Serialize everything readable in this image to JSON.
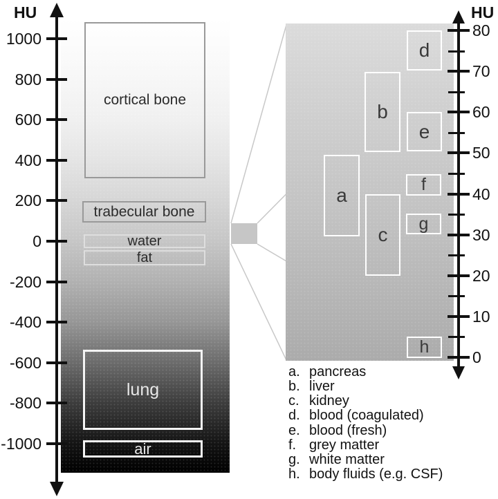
{
  "left_scale": {
    "axis_label": "HU",
    "tick_labels": [
      "1000",
      "800",
      "600",
      "400",
      "200",
      "0",
      "-200",
      "-400",
      "-600",
      "-800",
      "-1000"
    ],
    "boxes": [
      {
        "label": "cortical bone"
      },
      {
        "label": "trabecular bone"
      },
      {
        "label": "water"
      },
      {
        "label": "fat"
      },
      {
        "label": "lung"
      },
      {
        "label": "air"
      }
    ]
  },
  "right_scale": {
    "axis_label": "HU",
    "tick_labels": [
      "80",
      "70",
      "60",
      "50",
      "40",
      "30",
      "20",
      "10",
      "0"
    ],
    "boxes": [
      {
        "label": "a"
      },
      {
        "label": "b"
      },
      {
        "label": "c"
      },
      {
        "label": "d"
      },
      {
        "label": "e"
      },
      {
        "label": "f"
      },
      {
        "label": "g"
      },
      {
        "label": "h"
      }
    ]
  },
  "legend": {
    "items": [
      {
        "key": "a.",
        "name": "pancreas"
      },
      {
        "key": "b.",
        "name": "liver"
      },
      {
        "key": "c.",
        "name": "kidney"
      },
      {
        "key": "d.",
        "name": "blood (coagulated)"
      },
      {
        "key": "e.",
        "name": "blood (fresh)"
      },
      {
        "key": "f.",
        "name": "grey matter"
      },
      {
        "key": "g.",
        "name": "white matter"
      },
      {
        "key": "h.",
        "name": "body fluids (e.g. CSF)"
      }
    ]
  },
  "hu_data": {
    "left_axis_range": [
      -1000,
      1000
    ],
    "right_axis_range": [
      0,
      80
    ],
    "tissue_hu_ranges": {
      "cortical bone": [
        300,
        1100
      ],
      "trabecular bone": [
        100,
        200
      ],
      "water": [
        -30,
        30
      ],
      "fat": [
        -115,
        -50
      ],
      "lung": [
        -940,
        -540
      ],
      "air": [
        -1080,
        -990
      ],
      "pancreas": [
        30,
        50
      ],
      "liver": [
        50,
        70
      ],
      "kidney": [
        20,
        40
      ],
      "blood (coagulated)": [
        70,
        80
      ],
      "blood (fresh)": [
        50,
        60
      ],
      "grey matter": [
        40,
        45
      ],
      "white matter": [
        30,
        35
      ],
      "body fluids (e.g. CSF)": [
        0,
        5
      ]
    }
  },
  "colors": {
    "axis": "#111111",
    "bar_top": "#ffffff",
    "bar_bottom": "#000000",
    "panel_top": "#dbdbdb",
    "panel_bottom": "#ababab",
    "box_border_dark": "#999999",
    "box_border_light": "#dedede",
    "box_border_white": "#ffffff",
    "callout_line": "#c8c8c8"
  }
}
